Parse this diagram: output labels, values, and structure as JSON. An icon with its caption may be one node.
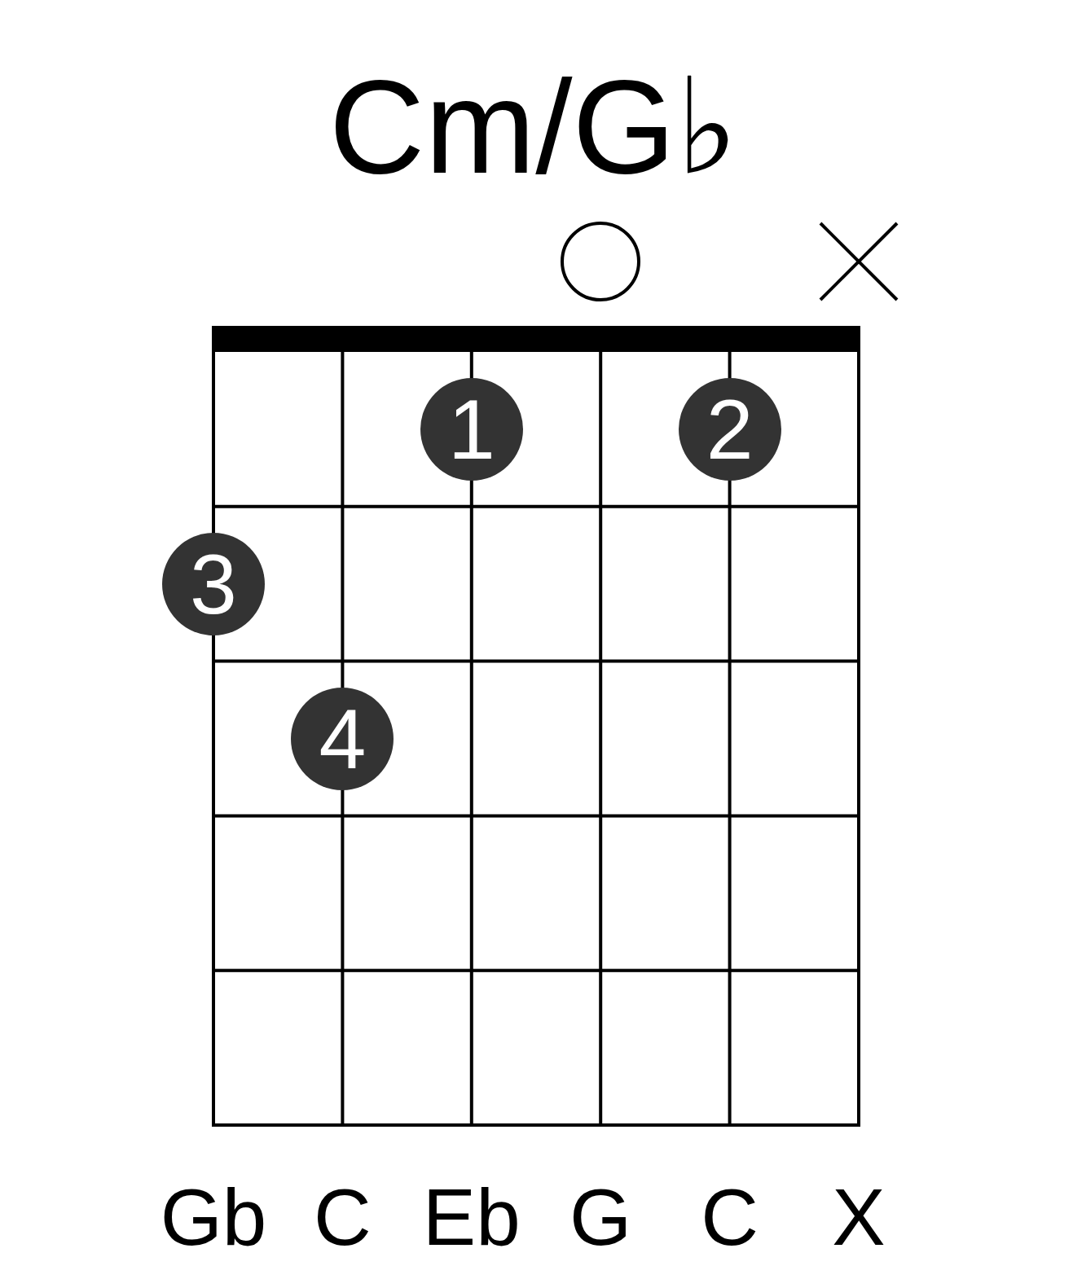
{
  "diagram": {
    "title": "Cm/G♭",
    "nodes": [
      {
        "text": [],
        "shape": "circle"
      },
      {
        "text": [],
        "shape": "cross"
      },
      {
        "text": [
          "1"
        ]
      },
      {
        "text": [
          "2"
        ]
      },
      {
        "text": [
          "3"
        ]
      },
      {
        "text": [
          "4"
        ]
      }
    ],
    "labels": [
      "Gb",
      "C",
      "Eb",
      "G",
      "C",
      "X"
    ]
  }
}
